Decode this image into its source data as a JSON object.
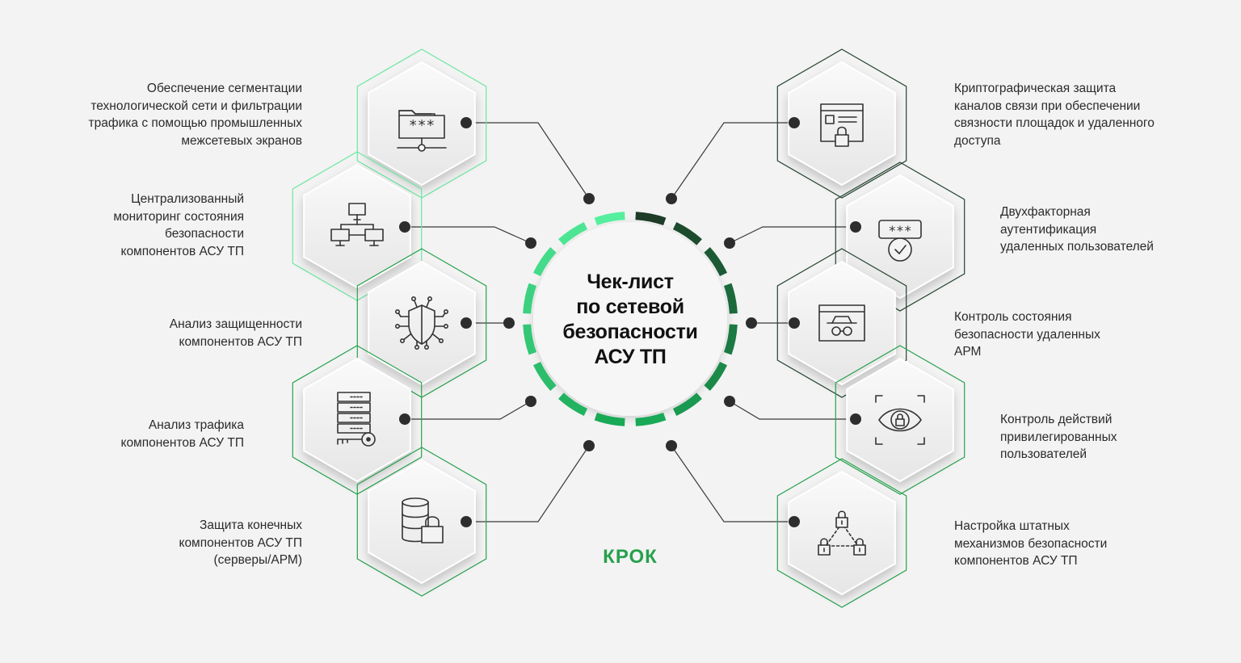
{
  "center": {
    "title": "Чек-лист\nпо сетевой\nбезопасности\nАСУ ТП"
  },
  "brand": {
    "logo": "КРОК"
  },
  "colors": {
    "background": "#f3f3f3",
    "ring_light": "#55ef9e",
    "ring_mid": "#1aa957",
    "ring_dark": "#1d3b27",
    "hex_outline_light": "#6ee6a2",
    "hex_outline_mid": "#28a24e",
    "hex_outline_dark": "#24432e",
    "connector": "#3a3a3a",
    "text": "#2b2b2b",
    "brand": "#26a04d"
  },
  "left_items": [
    {
      "label": "Обеспечение сегментации\nтехнологической сети и фильтрации\nтрафика с помощью промышленных\nмежсетевых экранов",
      "icon": "folder-password-network-icon"
    },
    {
      "label": "Централизованный\nмониторинг состояния\nбезопасности\nкомпонентов АСУ ТП",
      "icon": "network-topology-icon"
    },
    {
      "label": "Анализ защищенности\nкомпонентов АСУ ТП",
      "icon": "circuit-shield-icon"
    },
    {
      "label": "Анализ трафика\nкомпонентов АСУ ТП",
      "icon": "server-key-icon"
    },
    {
      "label": "Защита конечных\nкомпонентов АСУ ТП\n(серверы/АРМ)",
      "icon": "database-lock-icon"
    }
  ],
  "right_items": [
    {
      "label": "Криптографическая защита\nканалов связи при обеспечении\nсвязности площадок и удаленного\nдоступа",
      "icon": "browser-lock-icon"
    },
    {
      "label": "Двухфакторная\nаутентификация\nудаленных пользователей",
      "icon": "password-check-icon"
    },
    {
      "label": "Контроль состояния\nбезопасности удаленных\nАРМ",
      "icon": "browser-incognito-icon"
    },
    {
      "label": "Контроль действий\nпривилегированных\nпользователей",
      "icon": "eye-lock-scan-icon"
    },
    {
      "label": "Настройка штатных\nмеханизмов безопасности\nкомпонентов АСУ ТП",
      "icon": "locks-network-icon"
    }
  ]
}
